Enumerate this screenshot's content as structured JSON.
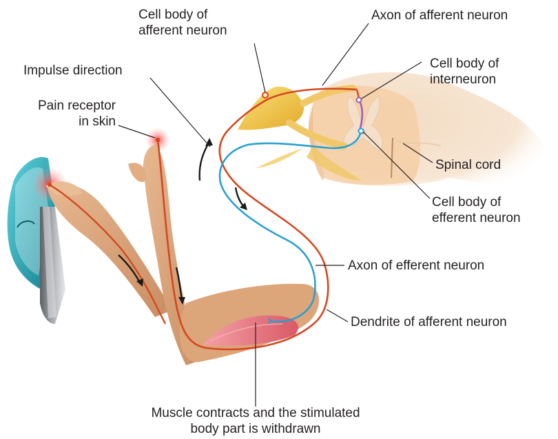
{
  "labels": {
    "cell_body_afferent": [
      "Cell body of",
      "afferent neuron"
    ],
    "axon_afferent": "Axon of afferent neuron",
    "impulse_direction": "Impulse direction",
    "cell_body_interneuron": [
      "Cell body of",
      "interneuron"
    ],
    "pain_receptor": [
      "Pain receptor",
      "in skin"
    ],
    "spinal_cord": "Spinal cord",
    "cell_body_efferent": [
      "Cell body of",
      "efferent neuron"
    ],
    "axon_efferent": "Axon of efferent neuron",
    "dendrite_afferent": "Dendrite of afferent neuron",
    "muscle_caption": [
      "Muscle contracts and the stimulated",
      "body part is withdrawn"
    ]
  },
  "colors": {
    "afferent_neuron": "#d4471f",
    "efferent_neuron": "#2a9fd0",
    "interneuron": "#9a5fb5",
    "ganglion": "#f3c64a",
    "spinal_gray": "#f0dcc4",
    "spinal_white": "#fbe9d6",
    "skin": "#d9a57a",
    "muscle": "#e8707a",
    "iron_body": "#2aa3b3",
    "pain_glow": "#ff4040",
    "leader_line": "#231f20"
  },
  "icons": [
    "iron-icon",
    "arm-illustration",
    "spinal-cord-illustration",
    "muscle-illustration"
  ]
}
